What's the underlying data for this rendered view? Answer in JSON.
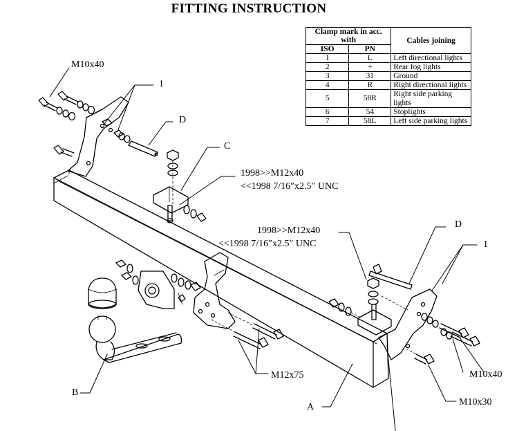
{
  "title": "FITTING INSTRUCTION",
  "table": {
    "header_clamp": "Clamp mark in acc. with",
    "header_iso": "ISO",
    "header_pn": "PN",
    "header_cables": "Cables joining",
    "rows": [
      {
        "iso": "1",
        "pn": "L",
        "cable": "Left directional lights"
      },
      {
        "iso": "2",
        "pn": "+",
        "cable": "Rear fog lights"
      },
      {
        "iso": "3",
        "pn": "31",
        "cable": "Ground"
      },
      {
        "iso": "4",
        "pn": "R",
        "cable": "Right directional lights"
      },
      {
        "iso": "5",
        "pn": "58R",
        "cable": "Right side parking lights"
      },
      {
        "iso": "6",
        "pn": "54",
        "cable": "Stoplights"
      },
      {
        "iso": "7",
        "pn": "58L",
        "cable": "Left side parking lights"
      }
    ]
  },
  "labels": {
    "m10x40_top": "M10x40",
    "one_left": "1",
    "d_left": "D",
    "c": "C",
    "bolt_c_new": "1998>>M12x40",
    "bolt_c_old": "<<1998 7/16″x2.5″ UNC",
    "bolt_right_new": "1998>>M12x40",
    "bolt_right_old": "<<1998 7/16″x2.5″ UNC",
    "d_right": "D",
    "one_right": "1",
    "m10x40_right": "M10x40",
    "m12x75": "M12x75",
    "m10x30": "M10x30",
    "b": "B",
    "a": "A"
  }
}
